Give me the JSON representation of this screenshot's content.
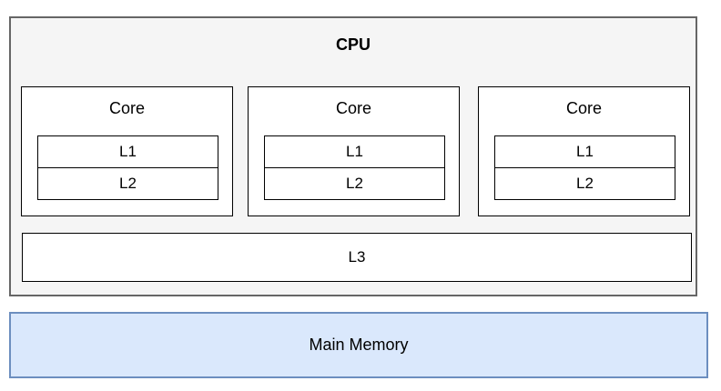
{
  "cpu": {
    "title": "CPU",
    "cores": [
      {
        "label": "Core",
        "l1": "L1",
        "l2": "L2"
      },
      {
        "label": "Core",
        "l1": "L1",
        "l2": "L2"
      },
      {
        "label": "Core",
        "l1": "L1",
        "l2": "L2"
      }
    ],
    "l3": "L3"
  },
  "memory": {
    "label": "Main Memory"
  },
  "colors": {
    "cpu_fill": "#f5f5f5",
    "cpu_border": "#666666",
    "memory_fill": "#dae8fc",
    "memory_border": "#6c8ebf"
  }
}
